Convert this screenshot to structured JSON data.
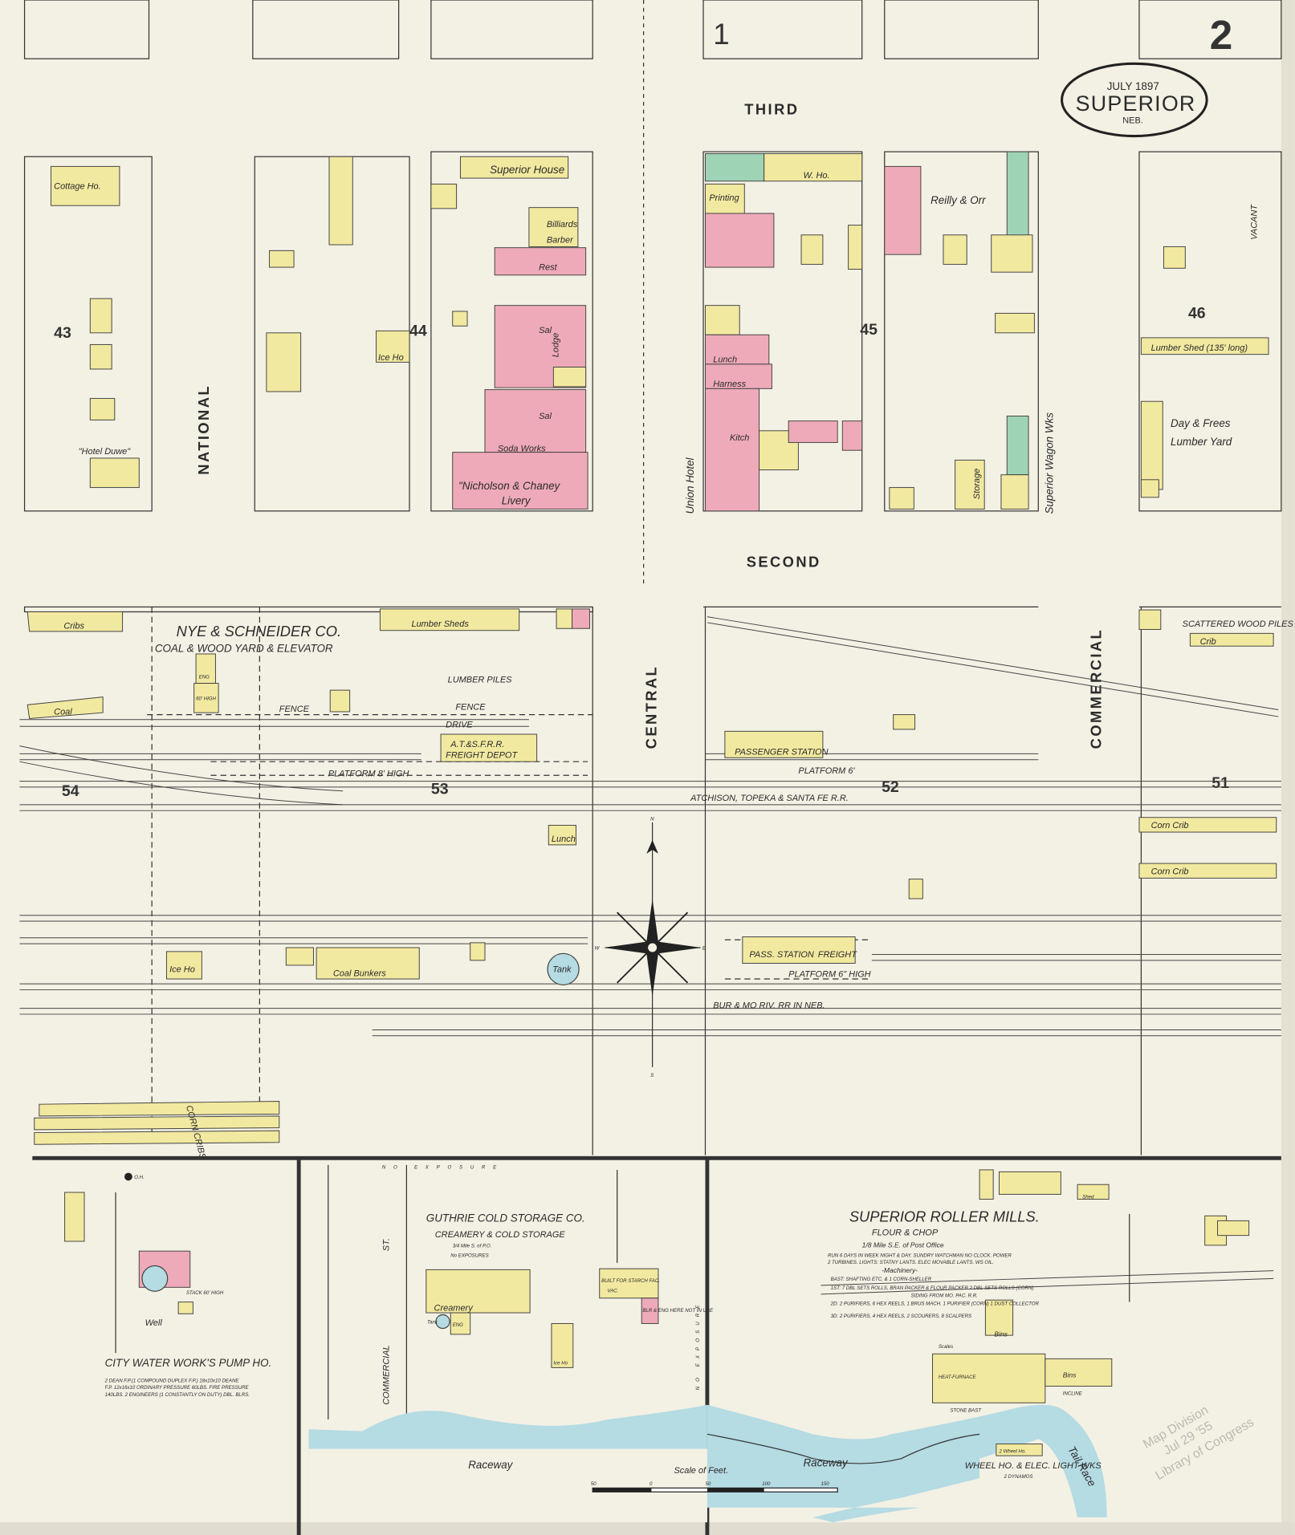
{
  "sheet": {
    "prev_sheet": "1",
    "sheet_number": "2"
  },
  "title": {
    "date": "JULY 1897",
    "town": "SUPERIOR",
    "state": "NEB."
  },
  "streets": {
    "third": "THIRD",
    "second": "SECOND",
    "national": "NATIONAL",
    "central": "CENTRAL",
    "commercial": "COMMERCIAL",
    "commercial_st_1": "COMMERCIAL",
    "commercial_st_2": "ST."
  },
  "blocks": [
    "43",
    "44",
    "45",
    "46",
    "54",
    "53",
    "52",
    "51"
  ],
  "buildings": [
    "Cottage Ho.",
    "\"Hotel Duwe\"",
    "Superior House",
    "Billiards",
    "Barber",
    "Rest",
    "Sal",
    "Sal",
    "Soda Works",
    "\"Nicholson & Chaney",
    "Livery",
    "Reilly & Orr",
    "Union Hotel",
    "Superior Wagon Wks",
    "Day & Frees",
    "Lumber Yard",
    "Lumber Shed (135' long)",
    "VACANT",
    "Ice Ho",
    "W. Ho.",
    "Printing",
    "Harness",
    "Lunch",
    "Kitch",
    "Storage",
    "Lodge"
  ],
  "yards": [
    "NYE & SCHNEIDER CO.",
    "COAL & WOOD YARD & ELEVATOR",
    "Lumber Sheds",
    "LUMBER PILES",
    "Cribs",
    "Coal",
    "A.T.&S.F.R.R.",
    "FREIGHT DEPOT",
    "PLATFORM 8' HIGH",
    "PASSENGER STATION",
    "PLATFORM 6'",
    "ATCHISON, TOPEKA & SANTA FE R.R.",
    "Corn Crib",
    "Corn Crib",
    "SCATTERED WOOD PILES",
    "Crib",
    "Lunch",
    "Ice Ho",
    "Coal Bunkers",
    "Tank",
    "PASS. STATION",
    "FREIGHT",
    "PLATFORM 6\" HIGH",
    "BUR & MO RIV. RR IN NEB.",
    "FENCE",
    "FENCE",
    "DRIVE",
    "ENG",
    "60' HIGH",
    "CORN CRIBS"
  ],
  "pump_house": {
    "title": "CITY WATER WORK'S PUMP HO.",
    "details": [
      "2 DEAN F.P.(1 COMPOUND DUPLEX F.P.) 18x10x10 DEANE",
      "F.P. 12x16x10 ORDINARY PRESSURE 60LBS. FIRE PRESSURE",
      "140LBS. 2 ENGINEERS (1 CONSTANTLY ON DUTY) DBL. BLRS."
    ],
    "well": "Well",
    "stack": "STACK 60' HIGH",
    "oh": "O.H."
  },
  "guthrie": {
    "title": "GUTHRIE COLD STORAGE CO.",
    "subtitle": "CREAMERY & COLD STORAGE",
    "distance": "3/4 Mile S. of P.O.",
    "exposures": "No EXPOSURES",
    "creamery": "Creamery",
    "tank": "Tank",
    "eng": "ENG",
    "ice": "Ice Ho",
    "starch": "BUILT FOR STARCH FAC.",
    "vac": "VAC.",
    "not_in_use": "BLR & ENG HERE NOT IN USE",
    "no_exposure_top": "NO EXPOSURE",
    "no_exposure_side": "NO EXPOSURE"
  },
  "mills": {
    "title": "SUPERIOR ROLLER MILLS.",
    "subtitle": "FLOUR & CHOP",
    "distance": "1/8 Mile S.E. of Post Office",
    "notes": [
      "RUN 6 DAYS IN WEEK NIGHT & DAY. SUNDRY WATCHMAN NO CLOCK. POWER",
      "2 TURBINES. LIGHTS: STATNY LANTS. ELEC MOVABLE LANTS. WS OIL."
    ],
    "machinery_heading": "-Machinery-",
    "machinery": [
      "BAST: SHAFTING ETC. & 1 CORN-SHELLER",
      "1ST: 7 DBL SETS ROLLS, BRAN PACKER & FLOUR PACKER 2 DBL SETS ROLLS (CORN)",
      "2D: 2 PURIFIERS, 6 HEX REELS, 1 BRUS MACH. 1 PURIFIER (CORN) 1 DUST COLLECTOR",
      "3D: 2 PURIFIERS, 4 HEX REELS, 2 SCOURERS, 8 SCALPERS"
    ],
    "siding": "SIDING FROM MO. PAC. R.R.",
    "bins": "Bins",
    "bins2": "Bins",
    "scales": "Scales",
    "heat": "HEAT-FURNACE",
    "incline": "INCLINE",
    "stone_bast": "STONE BAST",
    "shed": "Shed",
    "wheel_ho": "2 Wheel Ho.",
    "wheel_title": "WHEEL HO. & ELEC. LIGHT WKS",
    "dynamos": "2 DYNAMOS"
  },
  "water": {
    "raceway_1": "Raceway",
    "raceway_2": "Raceway",
    "tail_race": "Tail Race"
  },
  "scale": {
    "label": "Scale of Feet.",
    "ticks": [
      "50",
      "0",
      "50",
      "100",
      "150"
    ]
  },
  "stamp": {
    "line1": "Map Division",
    "line2": "Jul 29 '55",
    "line3": "Library of Congress"
  },
  "compass": {
    "n": "N",
    "s": "S",
    "e": "E",
    "w": "W"
  },
  "colors": {
    "paper": "#f3f1e4",
    "frame": "#f2e9a0",
    "brick": "#eeaab8",
    "stone": "#9fd3b5",
    "water": "#b5dbe3"
  }
}
